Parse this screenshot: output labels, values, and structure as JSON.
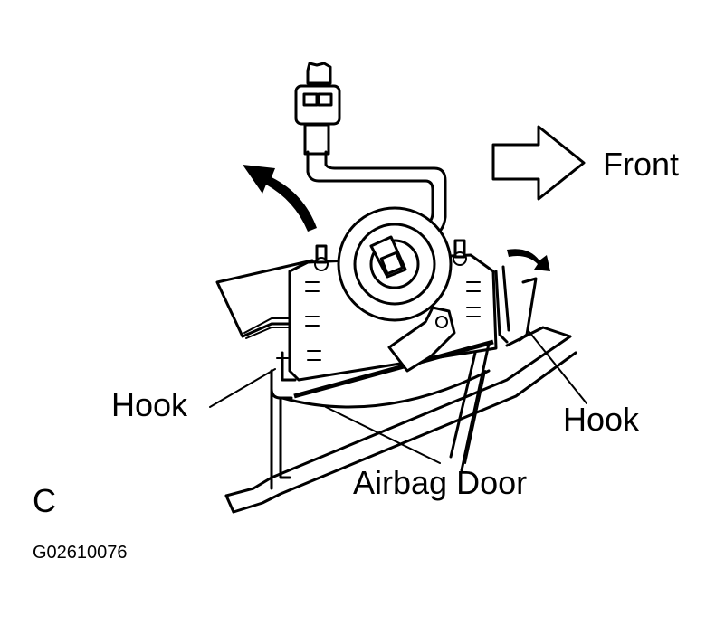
{
  "labels": {
    "front": "Front",
    "hook_left": "Hook",
    "hook_right": "Hook",
    "airbag_door": "Airbag Door",
    "view_letter": "C",
    "figure_code": "G02610076"
  },
  "colors": {
    "ink": "#000000",
    "background": "#ffffff"
  },
  "icons": {
    "direction_arrow": "hollow-arrow-right-icon",
    "rotate_arrows": "curved-arrow-icon"
  }
}
